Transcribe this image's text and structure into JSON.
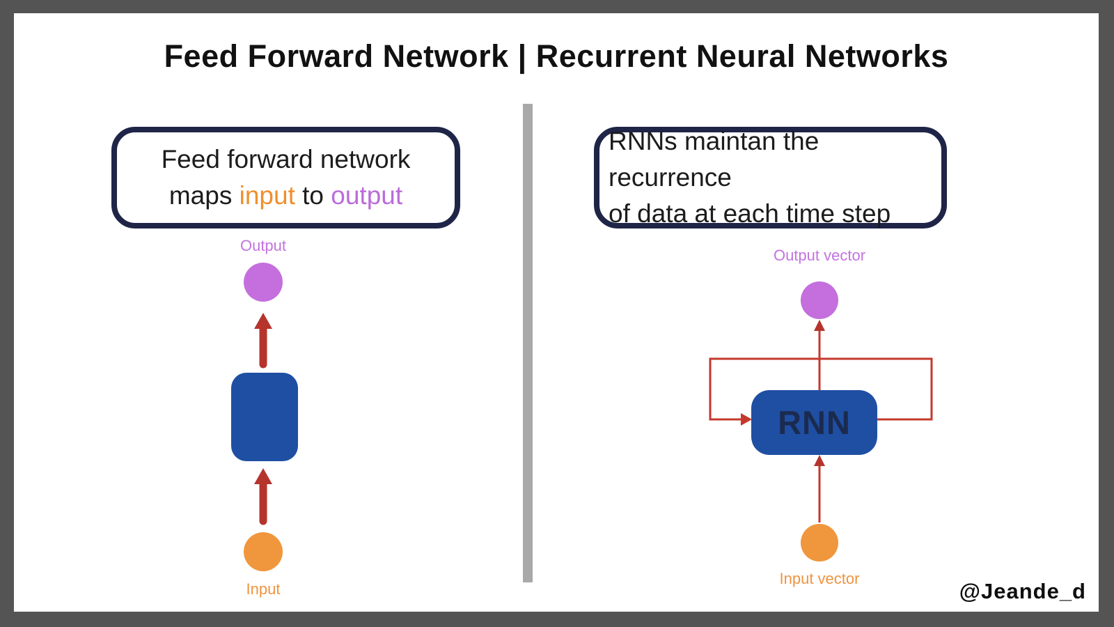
{
  "title": "Feed Forward Network | Recurrent Neural Networks",
  "watermark": "@Jeande_d",
  "left_panel": {
    "info_line1": "Feed forward network",
    "info_line2_prefix": "maps ",
    "info_input_word": "input",
    "info_line2_mid": " to ",
    "info_output_word": "output",
    "output_label": "Output",
    "input_label": "Input"
  },
  "right_panel": {
    "info_line1": "RNNs maintan the recurrence",
    "info_line2": "of data at each time step",
    "output_label": "Output vector",
    "input_label": "Input vector",
    "node_label": "RNN"
  },
  "colors": {
    "frame_gray": "#545454",
    "canvas_white": "#ffffff",
    "divider_gray": "#a9a9a9",
    "box_border_navy": "#1f2547",
    "node_blue": "#1f4fa3",
    "rnn_text_navy": "#1b2b4f",
    "accent_orange": "#f0963c",
    "accent_purple": "#c46fdd",
    "arrow_dark_red": "#b5342c",
    "loop_line_red": "#c5382c",
    "title_black": "#111111"
  }
}
